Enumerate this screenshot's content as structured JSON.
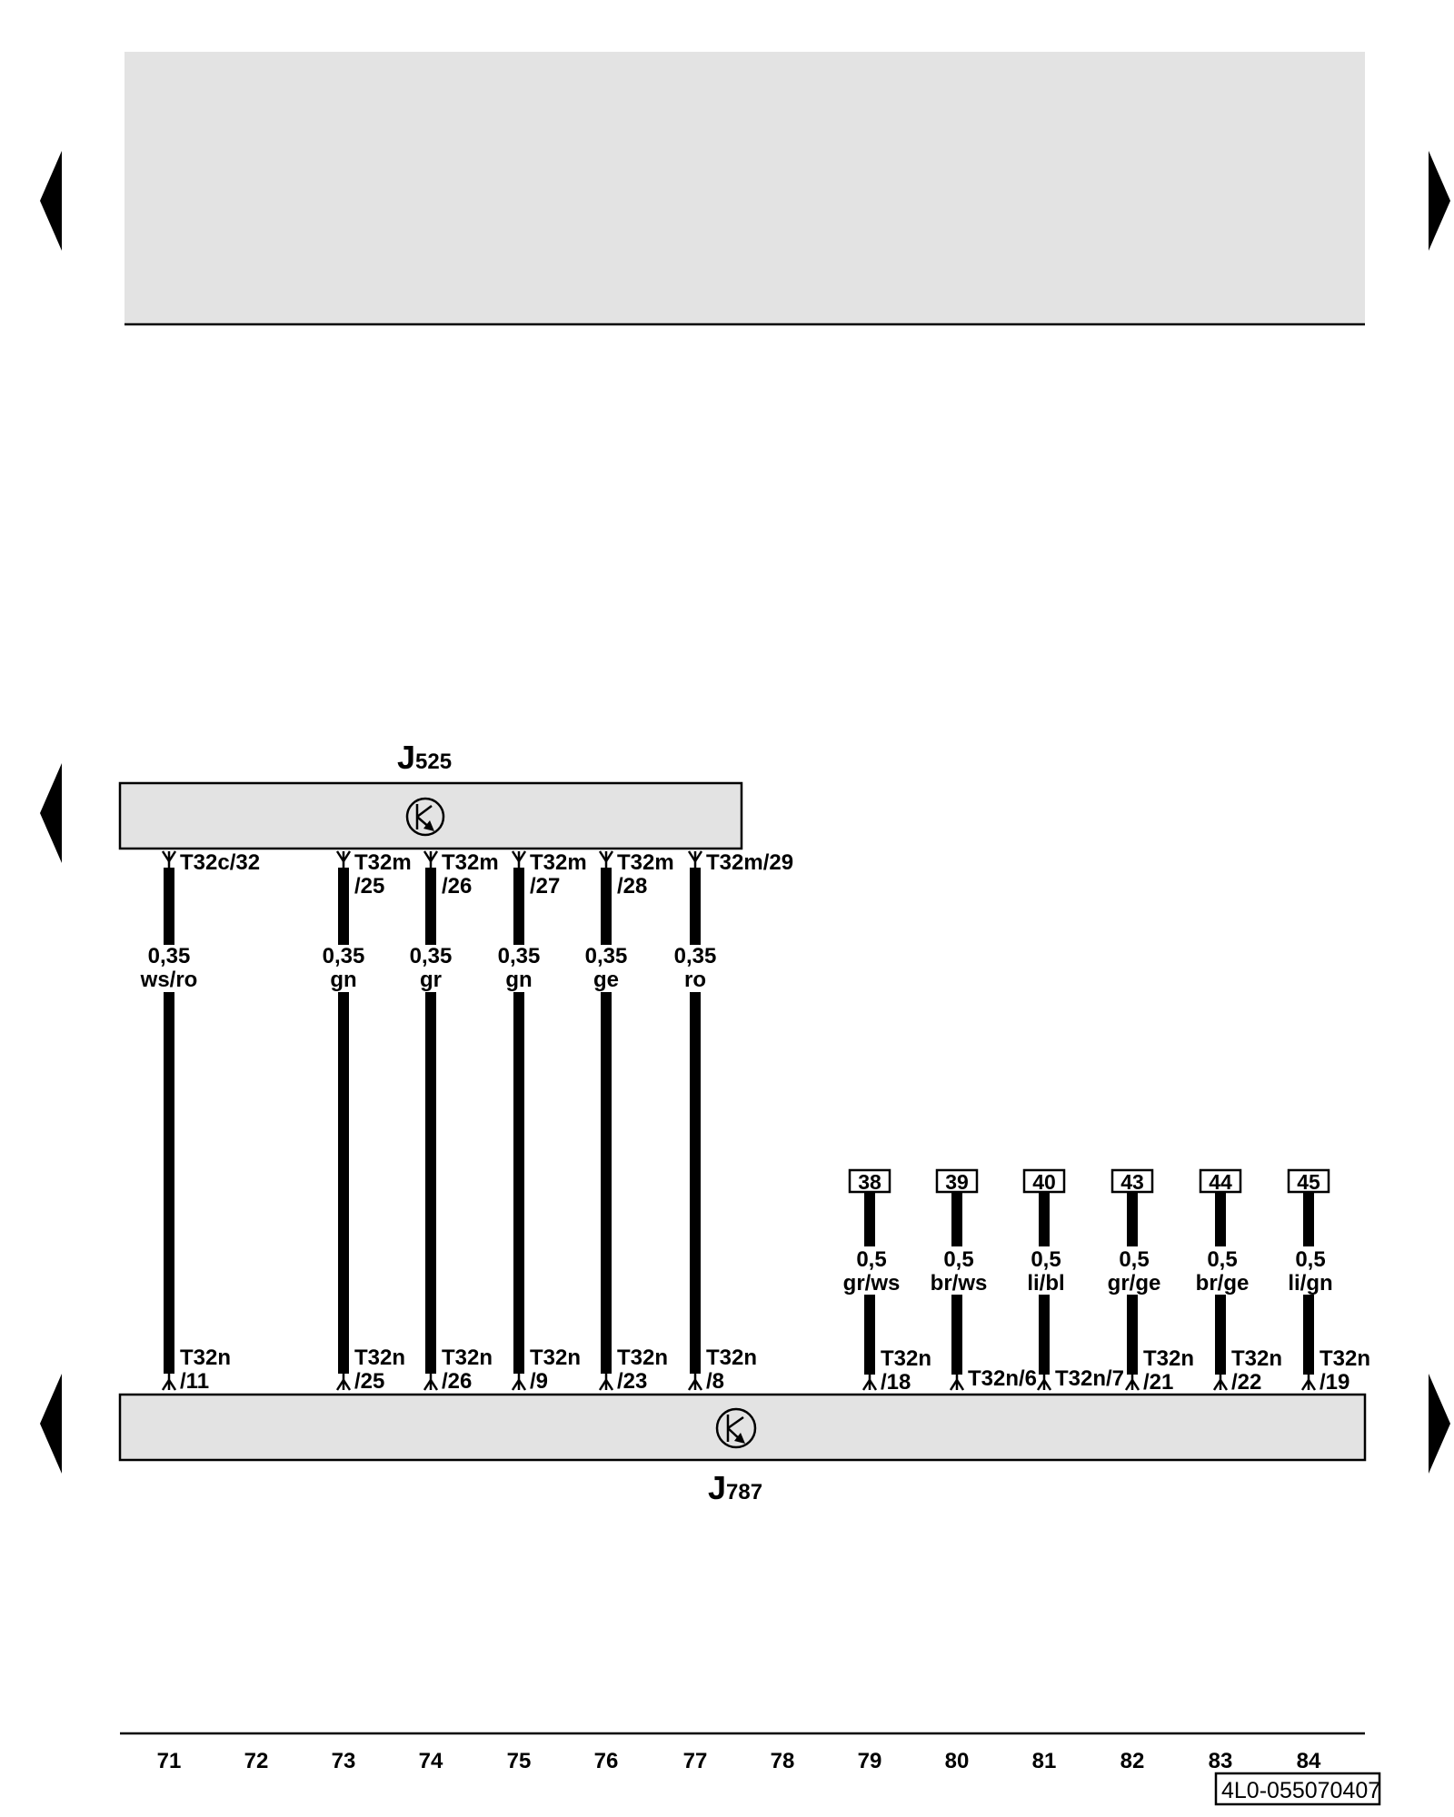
{
  "components": {
    "top_unit": {
      "id": "J",
      "subscript": "525"
    },
    "bottom_unit": {
      "id": "J",
      "subscript": "787"
    }
  },
  "top_wires": [
    {
      "top_pin_1": "T32c/32",
      "top_pin_2": "",
      "size": "0,35",
      "color": "ws/ro",
      "bottom_pin_1": "T32n",
      "bottom_pin_2": "/11"
    },
    {
      "top_pin_1": "T32m",
      "top_pin_2": "/25",
      "size": "0,35",
      "color": "gn",
      "bottom_pin_1": "T32n",
      "bottom_pin_2": "/25"
    },
    {
      "top_pin_1": "T32m",
      "top_pin_2": "/26",
      "size": "0,35",
      "color": "gr",
      "bottom_pin_1": "T32n",
      "bottom_pin_2": "/26"
    },
    {
      "top_pin_1": "T32m",
      "top_pin_2": "/27",
      "size": "0,35",
      "color": "gn",
      "bottom_pin_1": "T32n",
      "bottom_pin_2": "/9"
    },
    {
      "top_pin_1": "T32m",
      "top_pin_2": "/28",
      "size": "0,35",
      "color": "ge",
      "bottom_pin_1": "T32n",
      "bottom_pin_2": "/23"
    },
    {
      "top_pin_1": "T32m/29",
      "top_pin_2": "",
      "size": "0,35",
      "color": "ro",
      "bottom_pin_1": "T32n",
      "bottom_pin_2": "/8"
    }
  ],
  "ref_wires": [
    {
      "ref": "38",
      "size": "0,5",
      "color": "gr/ws",
      "bottom_pin_1": "T32n",
      "bottom_pin_2": "/18"
    },
    {
      "ref": "39",
      "size": "0,5",
      "color": "br/ws",
      "bottom_pin_1": "T32n/6",
      "bottom_pin_2": ""
    },
    {
      "ref": "40",
      "size": "0,5",
      "color": "li/bl",
      "bottom_pin_1": "T32n/7",
      "bottom_pin_2": ""
    },
    {
      "ref": "43",
      "size": "0,5",
      "color": "gr/ge",
      "bottom_pin_1": "T32n",
      "bottom_pin_2": "/21"
    },
    {
      "ref": "44",
      "size": "0,5",
      "color": "br/ge",
      "bottom_pin_1": "T32n",
      "bottom_pin_2": "/22"
    },
    {
      "ref": "45",
      "size": "0,5",
      "color": "li/gn",
      "bottom_pin_1": "T32n",
      "bottom_pin_2": "/19"
    }
  ],
  "track_numbers": [
    "71",
    "72",
    "73",
    "74",
    "75",
    "76",
    "77",
    "78",
    "79",
    "80",
    "81",
    "82",
    "83",
    "84"
  ],
  "document_code": "4L0-055070407",
  "colors": {
    "box_fill": "#e3e3e3",
    "line": "#000000",
    "background": "#ffffff"
  }
}
